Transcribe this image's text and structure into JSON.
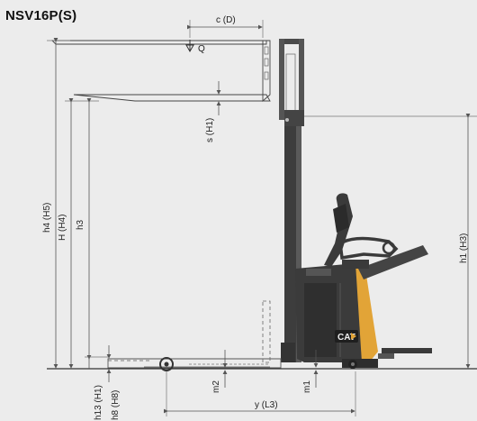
{
  "title": "NSV16P(S)",
  "labels": {
    "c": "c (D)",
    "q": "Q",
    "s": "s (H1)",
    "h4": "h4 (H5)",
    "H": "H (H4)",
    "h3": "h3",
    "h1": "h1 (H3)",
    "h13": "h13 (H1)",
    "h8": "h8 (H8)",
    "m2": "m2",
    "m1": "m1",
    "y": "y (L3)"
  },
  "logo_text": "CAT",
  "colors": {
    "background": "#ececec",
    "body": "#3b3b3b",
    "accent": "#e2a437",
    "line": "#555555"
  },
  "icons": [
    "load-arrow-icon",
    "cat-logo-icon"
  ]
}
